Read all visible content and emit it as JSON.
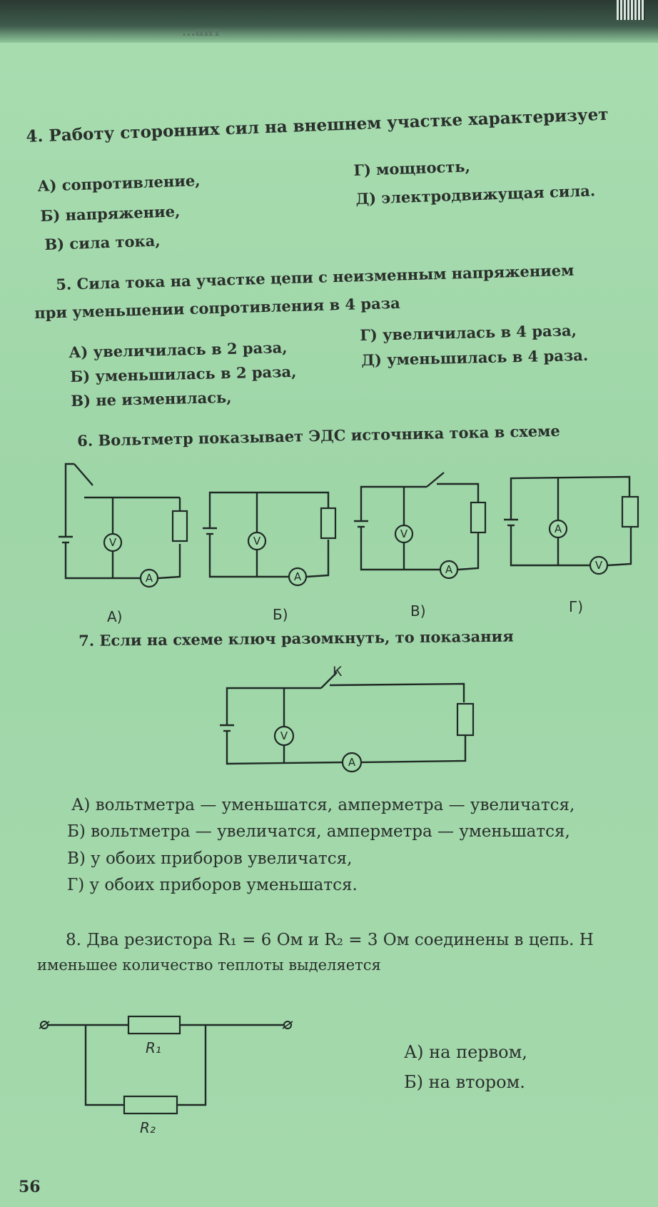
{
  "header_fragment": "...ант",
  "q4": {
    "text": "4. Работу сторонних сил на внешнем участке характеризует",
    "options": [
      "А) сопротивление,",
      "Б) напряжение,",
      "В) сила тока,",
      "Г) мощность,",
      "Д) электродвижущая сила."
    ]
  },
  "q5": {
    "text_line1": "5. Сила тока на участке цепи с неизменным напряжением",
    "text_line2": "при уменьшении сопротивления в 4 раза",
    "options": [
      "А) увеличилась в 2 раза,",
      "Б) уменьшилась в 2 раза,",
      "В) не изменилась,",
      "Г) увеличилась в 4 раза,",
      "Д) уменьшилась в 4 раза."
    ]
  },
  "q6": {
    "text": "6. Вольтметр показывает ЭДС источника тока в схеме",
    "labels": [
      "А)",
      "Б)",
      "В)",
      "Г)"
    ]
  },
  "q7": {
    "text": "7. Если на схеме ключ разомкнуть, то показания",
    "key_label": "К",
    "options": [
      "А) вольтметра — уменьшатся, амперметра — увеличатся,",
      "Б) вольтметра — увеличатся, амперметра — уменьшатся,",
      "В) у обоих приборов увеличатся,",
      "Г) у обоих приборов уменьшатся."
    ]
  },
  "q8": {
    "text_line1": "8. Два резистора R₁ = 6 Ом и R₂ = 3 Ом соединены в цепь. Н",
    "text_line2": "именьшее количество теплоты выделяется",
    "r1": "R₁",
    "r2": "R₂",
    "options": [
      "А) на первом,",
      "Б) на втором."
    ]
  },
  "meters": {
    "voltmeter": "V",
    "ammeter": "A"
  },
  "page_number": "56"
}
